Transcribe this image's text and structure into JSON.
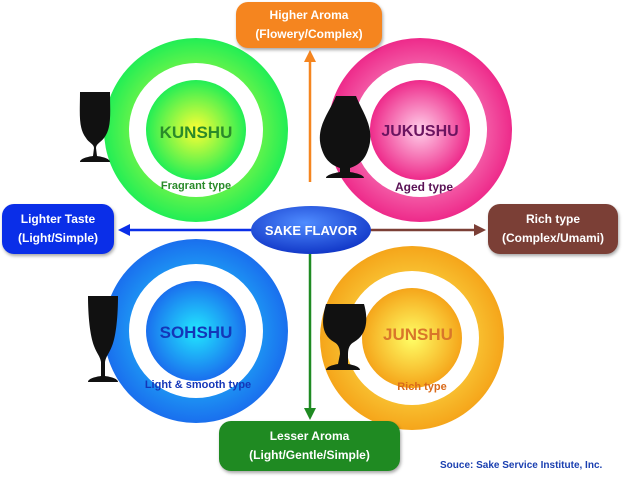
{
  "center": {
    "label": "SAKE FLAVOR"
  },
  "axes": {
    "top": {
      "line1": "Higher Aroma",
      "line2": "(Flowery/Complex)"
    },
    "left": {
      "line1": "Lighter Taste",
      "line2": "(Light/Simple)"
    },
    "right": {
      "line1": "Rich type",
      "line2": "(Complex/Umami)"
    },
    "bottom": {
      "line1": "Lesser Aroma",
      "line2": "(Light/Gentle/Simple)"
    }
  },
  "quadrants": {
    "kunshu": {
      "name": "KUNSHU",
      "type": "Fragrant type"
    },
    "jukushu": {
      "name": "JUKUSHU",
      "type": "Aged type"
    },
    "sohshu": {
      "name": "SOHSHU",
      "type": "Light & smooth type"
    },
    "junshu": {
      "name": "JUNSHU",
      "type": "Rich type"
    }
  },
  "source": "Souce: Sake Service Institute, Inc."
}
